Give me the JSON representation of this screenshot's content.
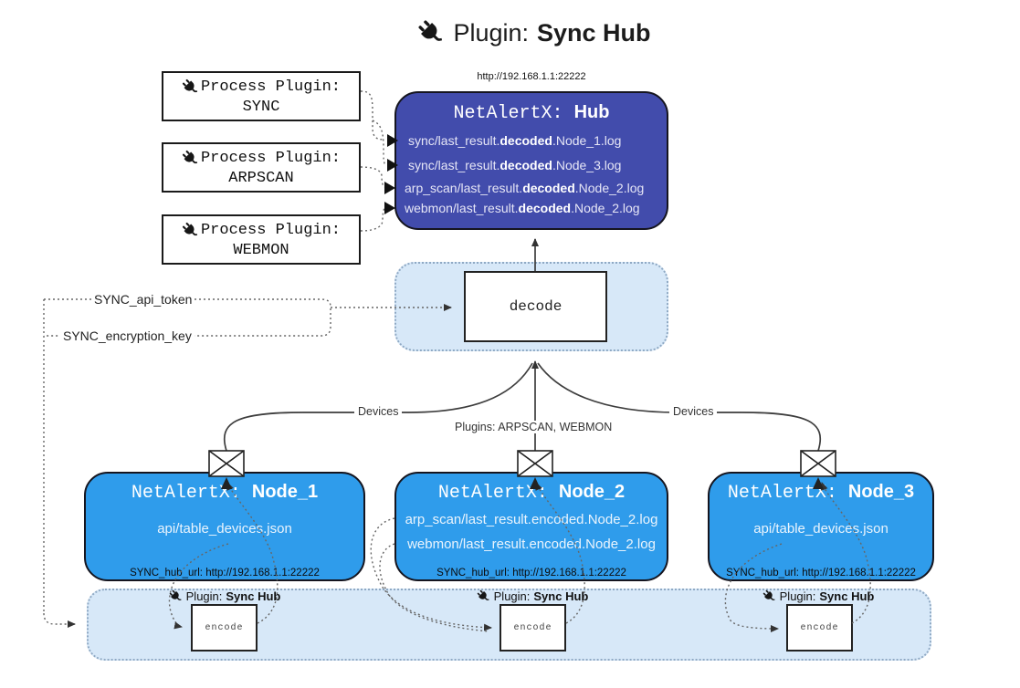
{
  "title": {
    "prefix": "Plugin:",
    "name": "Sync Hub"
  },
  "hub": {
    "url": "http://192.168.1.1:22222",
    "title_prefix": "NetAlertX:",
    "title_name": "Hub",
    "logs": [
      {
        "pre": "sync/last_result.",
        "bold": "decoded",
        "post": ".Node_1.log"
      },
      {
        "pre": "sync/last_result.",
        "bold": "decoded",
        "post": ".Node_3.log"
      },
      {
        "pre": "arp_scan/last_result.",
        "bold": "decoded",
        "post": ".Node_2.log"
      },
      {
        "pre": "webmon/last_result.",
        "bold": "decoded",
        "post": ".Node_2.log"
      }
    ]
  },
  "process_plugins": [
    {
      "label": "Process Plugin:",
      "name": "SYNC"
    },
    {
      "label": "Process Plugin:",
      "name": "ARPSCAN"
    },
    {
      "label": "Process Plugin:",
      "name": "WEBMON"
    }
  ],
  "secrets": {
    "api_token": "SYNC_api_token",
    "encryption_key": "SYNC_encryption_key"
  },
  "decode_label": "decode",
  "edge_labels": {
    "devices_left": "Devices",
    "devices_right": "Devices",
    "plugins": "Plugins: ARPSCAN, WEBMON"
  },
  "nodes": [
    {
      "title_prefix": "NetAlertX:",
      "title_name": "Node_1",
      "files": [
        "api/table_devices.json"
      ],
      "hub_url": "SYNC_hub_url: http://192.168.1.1:22222"
    },
    {
      "title_prefix": "NetAlertX:",
      "title_name": "Node_2",
      "files": [
        "arp_scan/last_result.encoded.Node_2.log",
        "webmon/last_result.encoded.Node_2.log"
      ],
      "hub_url": "SYNC_hub_url: http://192.168.1.1:22222"
    },
    {
      "title_prefix": "NetAlertX:",
      "title_name": "Node_3",
      "files": [
        "api/table_devices.json"
      ],
      "hub_url": "SYNC_hub_url: http://192.168.1.1:22222"
    }
  ],
  "encoders": [
    {
      "plugin_prefix": "Plugin:",
      "plugin_name": "Sync Hub",
      "box_label": "encode"
    },
    {
      "plugin_prefix": "Plugin:",
      "plugin_name": "Sync Hub",
      "box_label": "encode"
    },
    {
      "plugin_prefix": "Plugin:",
      "plugin_name": "Sync Hub",
      "box_label": "encode"
    }
  ],
  "colors": {
    "hub_bg": "#424CAC",
    "node_bg": "#2F9CEB",
    "panel_bg": "#D7E8F8",
    "solid_line": "#3D3D3D",
    "dotted_line": "#666666"
  }
}
